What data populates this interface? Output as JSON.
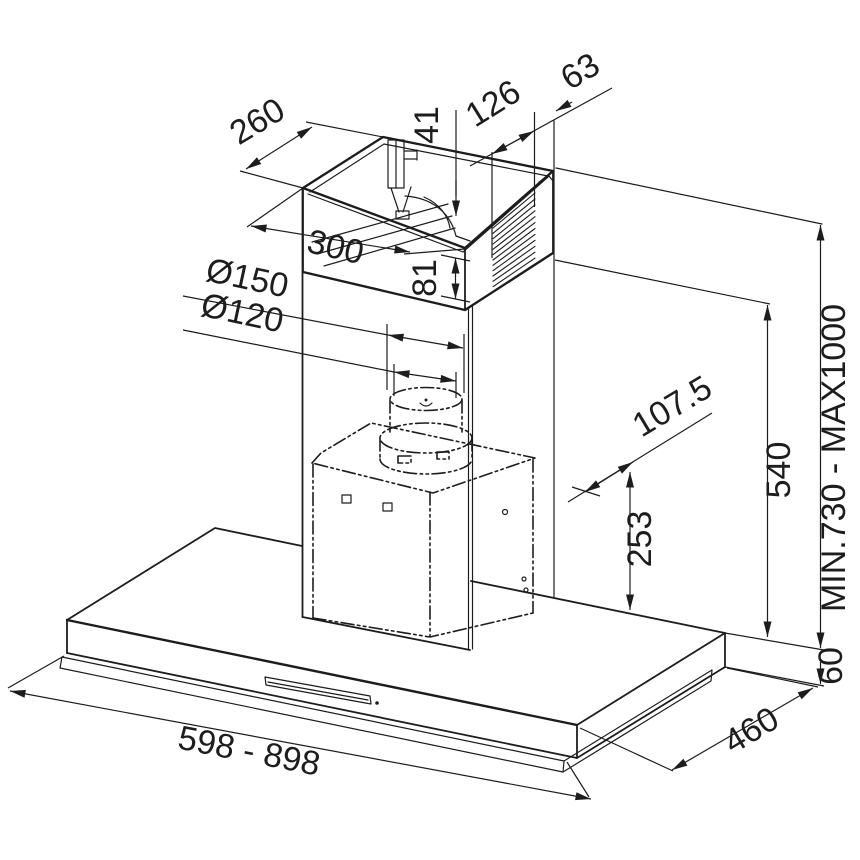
{
  "colors": {
    "line": "#1d1d1d",
    "background": "#ffffff"
  },
  "dimensions": {
    "top_box_depth": "260",
    "top_box_width": "300",
    "outlet_offset": "41",
    "outlet_to_back": "126",
    "back_clearance": "63",
    "top_box_height": "81",
    "duct_diameter_large": "Ø150",
    "duct_diameter_small": "Ø120",
    "duct_center_offset": "107.5",
    "motor_box_height": "253",
    "chimney_height": "540",
    "mounting_height_range": "MIN.730 - MAX1000",
    "canopy_thickness": "60",
    "hood_width_range": "598 - 898",
    "hood_depth": "460"
  }
}
